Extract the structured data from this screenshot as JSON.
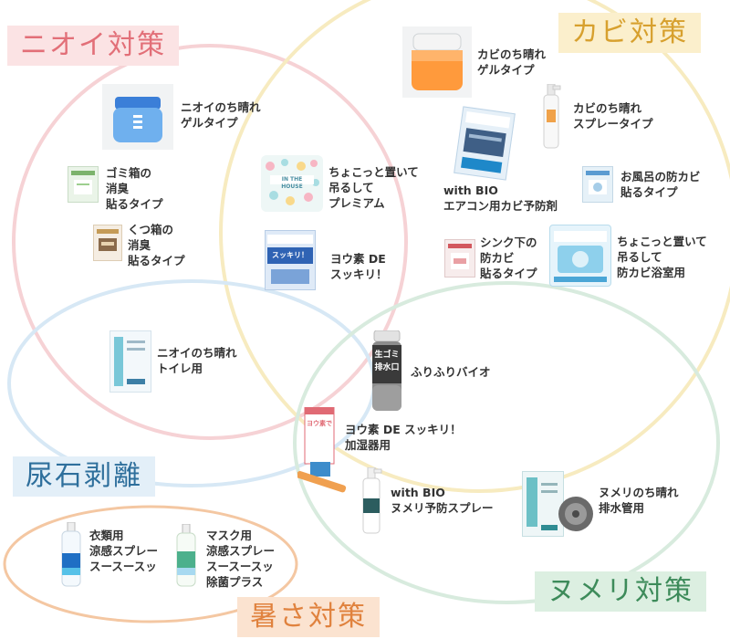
{
  "categories": {
    "odor": {
      "label": "ニオイ対策",
      "color": "#f2b8bd",
      "bg": "#fbe3e4",
      "fg": "#e26f78"
    },
    "mold": {
      "label": "カビ対策",
      "color": "#f4e4a2",
      "bg": "#fbefcc",
      "fg": "#d7a02e"
    },
    "urinestone": {
      "label": "尿石剥離",
      "color": "#c9e0f2",
      "bg": "#e3eff8",
      "fg": "#2e6f9c"
    },
    "slime": {
      "label": "ヌメリ対策",
      "color": "#c8e3cf",
      "bg": "#dcefe1",
      "fg": "#3d8b5a"
    },
    "heat": {
      "label": "暑さ対策",
      "color": "#f6c9a5",
      "bg": "#fbe3d0",
      "fg": "#e0823e"
    }
  },
  "products": [
    {
      "id": "odor-gel",
      "lines": [
        "ニオイのち晴れ",
        "ゲルタイプ"
      ],
      "icon": "blue-gel-jar-icon"
    },
    {
      "id": "trash-sticker",
      "lines": [
        "ゴミ箱の",
        "消臭",
        "貼るタイプ"
      ],
      "icon": "green-sticker-pack-icon"
    },
    {
      "id": "shoe-box",
      "lines": [
        "くつ箱の",
        "消臭",
        "貼るタイプ"
      ],
      "icon": "shoe-box-pack-icon"
    },
    {
      "id": "place-hang-premium",
      "lines": [
        "ちょこっと置いて",
        "吊るして",
        "プレミアム"
      ],
      "icon": "polka-dot-pouch-icon"
    },
    {
      "id": "iodine-de-sukkiri",
      "lines": [
        "ヨウ素 DE",
        "スッキリ！"
      ],
      "icon": "iodine-pack-icon"
    },
    {
      "id": "mold-gel",
      "lines": [
        "カビのち晴れ",
        "ゲルタイプ"
      ],
      "icon": "orange-gel-jar-icon"
    },
    {
      "id": "mold-spray",
      "lines": [
        "カビのち晴れ",
        "スプレータイプ"
      ],
      "icon": "white-spray-bottle-icon"
    },
    {
      "id": "withbio-aircon",
      "lines": [
        "with BIO",
        "エアコン用カビ予防剤"
      ],
      "icon": "aircon-pack-icon"
    },
    {
      "id": "bath-mold",
      "lines": [
        "お風呂の防カビ",
        "貼るタイプ"
      ],
      "icon": "bath-sticker-pack-icon"
    },
    {
      "id": "sink-mold",
      "lines": [
        "シンク下の",
        "防カビ",
        "貼るタイプ"
      ],
      "icon": "sink-sticker-pack-icon"
    },
    {
      "id": "bath-place-hang",
      "lines": [
        "ちょこっと置いて",
        "吊るして",
        "防カビ浴室用"
      ],
      "icon": "bath-pouch-icon"
    },
    {
      "id": "toilet",
      "lines": [
        "ニオイのち晴れ",
        "トイレ用"
      ],
      "icon": "toilet-pack-icon"
    },
    {
      "id": "furifuri-bio",
      "lines": [
        "ふりふりバイオ"
      ],
      "icon": "drain-shaker-bottle-icon"
    },
    {
      "id": "iodine-humidifier",
      "lines": [
        "ヨウ素 DE スッキリ！",
        "加湿器用"
      ],
      "icon": "humidifier-stick-icon"
    },
    {
      "id": "withbio-slime-spray",
      "lines": [
        "with BIO",
        "ヌメリ予防スプレー"
      ],
      "icon": "slime-spray-bottle-icon"
    },
    {
      "id": "drain-pipe",
      "lines": [
        "ヌメリのち晴れ",
        "排水管用"
      ],
      "icon": "drain-pipe-pack-icon"
    },
    {
      "id": "clothes-cool",
      "lines": [
        "衣類用",
        "涼感スプレー",
        "スースースッ"
      ],
      "icon": "blue-spray-bottle-icon"
    },
    {
      "id": "mask-cool",
      "lines": [
        "マスク用",
        "涼感スプレー",
        "スースースッ",
        "除菌プラス"
      ],
      "icon": "green-spray-bottle-icon"
    }
  ],
  "pack_texts": {
    "the_house": "IN THE HOUSE",
    "nama_gomi": "生ゴミ",
    "haisuikou": "排水口",
    "yosode": "ヨウ素で",
    "sukkiri": "スッキリ！"
  }
}
